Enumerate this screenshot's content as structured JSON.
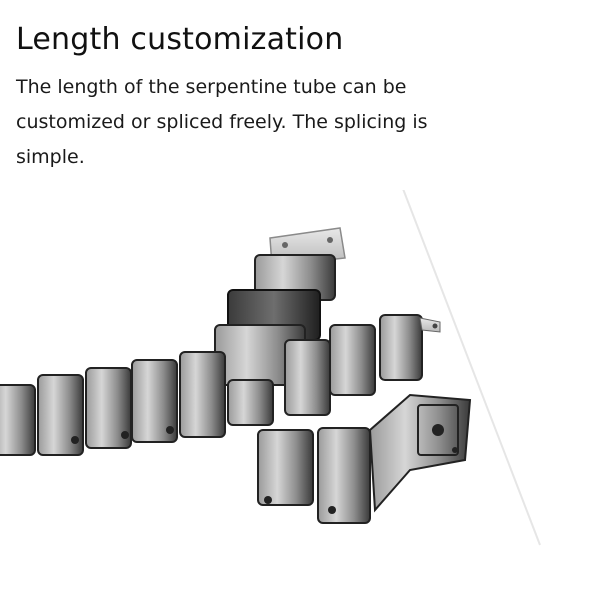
{
  "heading": "Length customization",
  "description": "The length of the serpentine tube can be customized or spliced freely. The splicing is simple.",
  "illustration": {
    "icon": "serpentine-cable-tube-image",
    "colors": {
      "segment_dark": "#2b2b2b",
      "segment_mid": "#6a6a6a",
      "segment_light": "#c9c9c9",
      "bracket": "#d8d8d8"
    }
  }
}
